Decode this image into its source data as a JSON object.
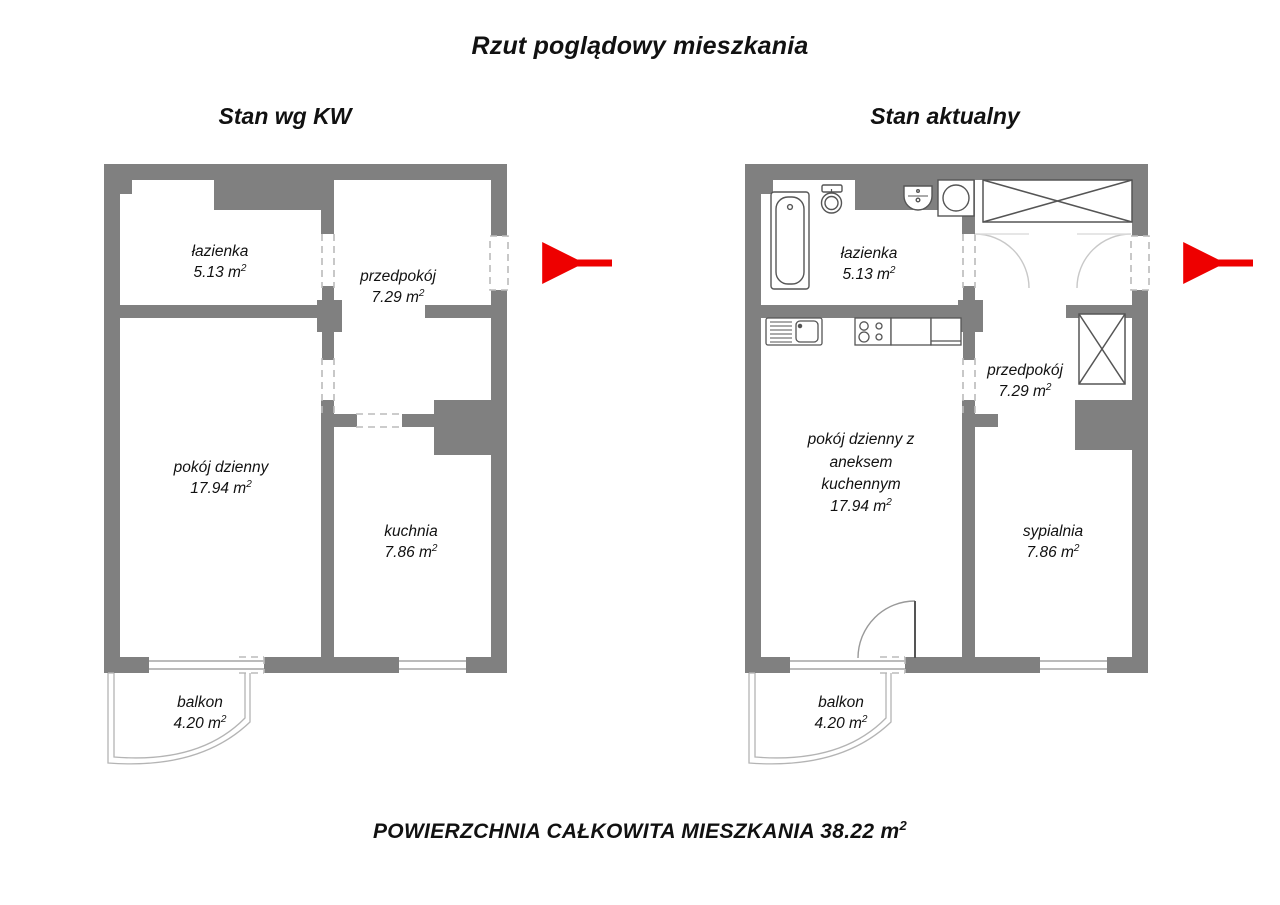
{
  "document": {
    "title": "Rzut poglądowy mieszkania",
    "footer": "POWIERZCHNIA CAŁKOWITA MIESZKANIA 38.22 m",
    "footer_unit_exponent": "2"
  },
  "colors": {
    "wall": "#808080",
    "fixture_stroke": "#555555",
    "arrow": "#ee0000",
    "background": "#ffffff",
    "text": "#111111",
    "balcony_line": "#b4b4b4",
    "door_swing": "#c8c8c8"
  },
  "plans": [
    {
      "id": "plan-kw",
      "title": "Stan wg KW",
      "rooms": [
        {
          "name": "lazienka",
          "label": "łazienka",
          "area": "5.13 m",
          "unit_exp": "2"
        },
        {
          "name": "przedpokoj",
          "label": "przedpokój",
          "area": "7.29 m",
          "unit_exp": "2"
        },
        {
          "name": "pokoj-dzienny",
          "label": "pokój dzienny",
          "area": "17.94 m",
          "unit_exp": "2"
        },
        {
          "name": "kuchnia",
          "label": "kuchnia",
          "area": "7.86 m",
          "unit_exp": "2"
        },
        {
          "name": "balkon",
          "label": "balkon",
          "area": "4.20 m",
          "unit_exp": "2"
        }
      ],
      "entrance_arrow": "entry-direction-arrow"
    },
    {
      "id": "plan-aktualny",
      "title": "Stan aktualny",
      "rooms": [
        {
          "name": "lazienka",
          "label": "łazienka",
          "area": "5.13 m",
          "unit_exp": "2"
        },
        {
          "name": "przedpokoj",
          "label": "przedpokój",
          "area": "7.29 m",
          "unit_exp": "2"
        },
        {
          "name": "pokoj-dzienny-z-aneksem-kuchennym",
          "label_line1": "pokój dzienny z",
          "label_line2": "aneksem",
          "label_line3": "kuchennym",
          "area": "17.94 m",
          "unit_exp": "2"
        },
        {
          "name": "sypialnia",
          "label": "sypialnia",
          "area": "7.86 m",
          "unit_exp": "2"
        },
        {
          "name": "balkon",
          "label": "balkon",
          "area": "4.20 m",
          "unit_exp": "2"
        }
      ],
      "fixtures": [
        "bathtub-fixture",
        "toilet-fixture",
        "washbasin-fixture",
        "washing-machine-fixture",
        "kitchen-sink-fixture",
        "stove-fixture",
        "kitchen-cabinet-fixture",
        "wardrobe-fixture-top",
        "wardrobe-fixture-hall"
      ],
      "entrance_arrow": "entry-direction-arrow"
    }
  ]
}
